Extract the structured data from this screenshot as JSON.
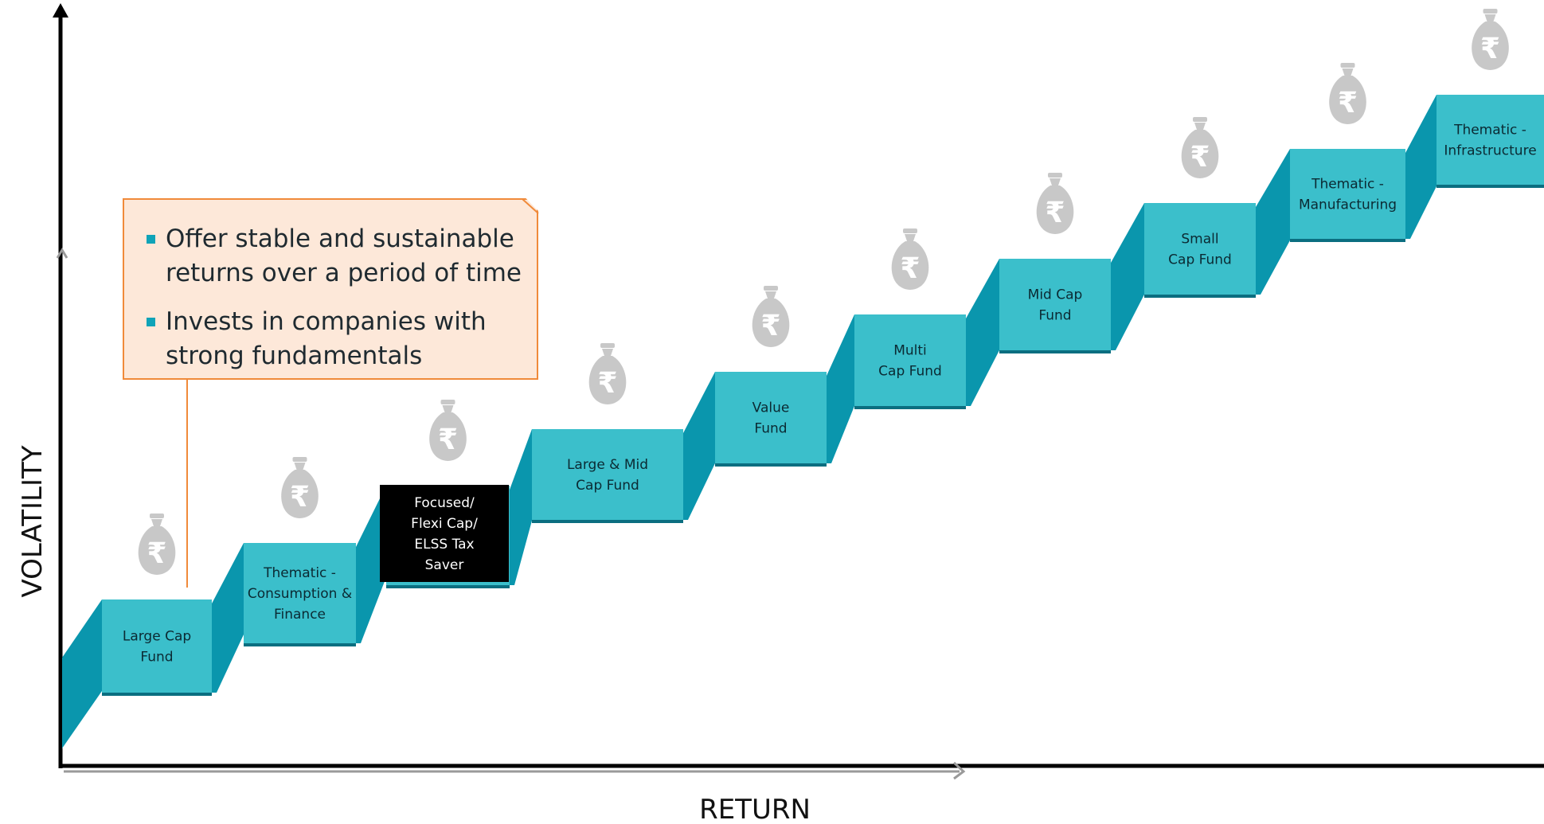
{
  "axes": {
    "y_title": "VOLATILITY",
    "x_title": "RETURN"
  },
  "callout": {
    "points": [
      "Offer stable and sustainable returns over a period of time",
      "Invests in companies with strong fundamentals"
    ]
  },
  "steps": [
    {
      "label": [
        "Large Cap",
        "Fund"
      ],
      "highlighted": false
    },
    {
      "label": [
        "Thematic -",
        "Consumption &",
        "Finance"
      ],
      "highlighted": false
    },
    {
      "label": [
        "Focused/",
        "Flexi Cap/",
        "ELSS Tax",
        "Saver"
      ],
      "highlighted": true
    },
    {
      "label": [
        "Large & Mid",
        "Cap Fund"
      ],
      "highlighted": false
    },
    {
      "label": [
        "Value",
        "Fund"
      ],
      "highlighted": false
    },
    {
      "label": [
        "Multi",
        "Cap Fund"
      ],
      "highlighted": false
    },
    {
      "label": [
        "Mid Cap",
        "Fund"
      ],
      "highlighted": false
    },
    {
      "label": [
        "Small",
        "Cap Fund"
      ],
      "highlighted": false
    },
    {
      "label": [
        "Thematic -",
        "Manufacturing"
      ],
      "highlighted": false
    },
    {
      "label": [
        "Thematic -",
        "Infrastructure"
      ],
      "highlighted": false
    }
  ],
  "colors": {
    "step_face": "#3bbfcb",
    "step_side": "#0a96ad",
    "step_shadow": "#0b6e80",
    "highlight": "#000000",
    "money_bag": "#c8c8c8",
    "callout_fill": "#fde8d9",
    "callout_border": "#f08a3a",
    "bullet": "#0fa3b8"
  },
  "icons": {
    "step_icon": "rupee-money-bag-icon"
  }
}
